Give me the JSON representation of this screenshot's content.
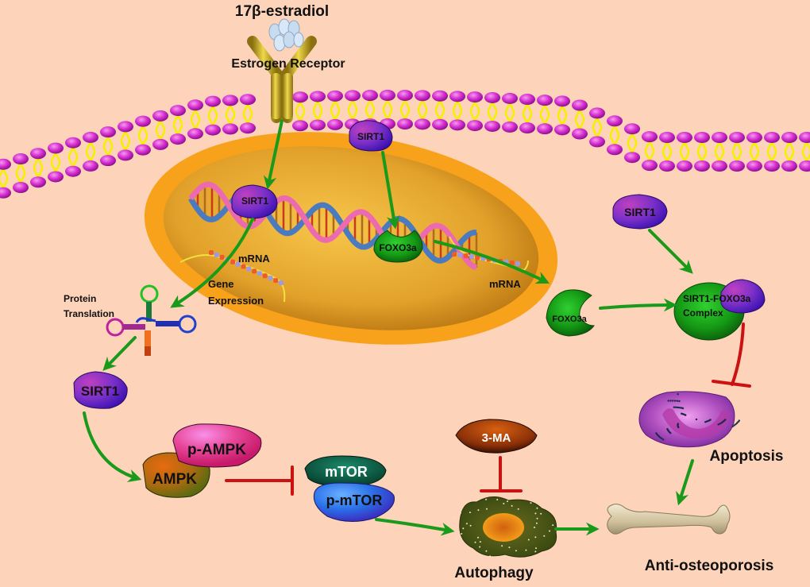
{
  "title": "17β-estradiol SIRT1 signaling pathway in anti-osteoporosis",
  "colors": {
    "background": "#fdd3b9",
    "activation_arrow": "#1a9a1a",
    "inhibition_bar": "#cc1111",
    "membrane_head": "#d62fd0",
    "membrane_tail": "#f4f000",
    "nucleus_outer": "#f7a21a",
    "nucleus_inner": "#d9951e",
    "sirt1": "#7a2fc8",
    "foxo3a": "#1a8a1a",
    "receptor": "#d4b21c"
  },
  "labels": {
    "ligand": "17β-estradiol",
    "receptor": "Estrogen Receptor",
    "sirt1_membrane": "SIRT1",
    "sirt1_nucleus": "SIRT1",
    "foxo3a_nucleus": "FOXO3a",
    "mrna_left": "mRNA",
    "gene_expression_line1": "Gene",
    "gene_expression_line2": "Expression",
    "mrna_right": "mRNA",
    "protein_translation_line1": "Protein",
    "protein_translation_line2": "Translation",
    "foxo3a_cytoplasm": "FOXO3a",
    "sirt1_right": "SIRT1",
    "complex_line1": "SIRT1-FOXO3a",
    "complex_line2": "Complex",
    "sirt1_left": "SIRT1",
    "p_ampk": "p-AMPK",
    "ampk": "AMPK",
    "mtor": "mTOR",
    "p_mtor": "p-mTOR",
    "three_ma": "3-MA",
    "autophagy": "Autophagy",
    "apoptosis": "Apoptosis",
    "anti_osteoporosis": "Anti-osteoporosis"
  }
}
